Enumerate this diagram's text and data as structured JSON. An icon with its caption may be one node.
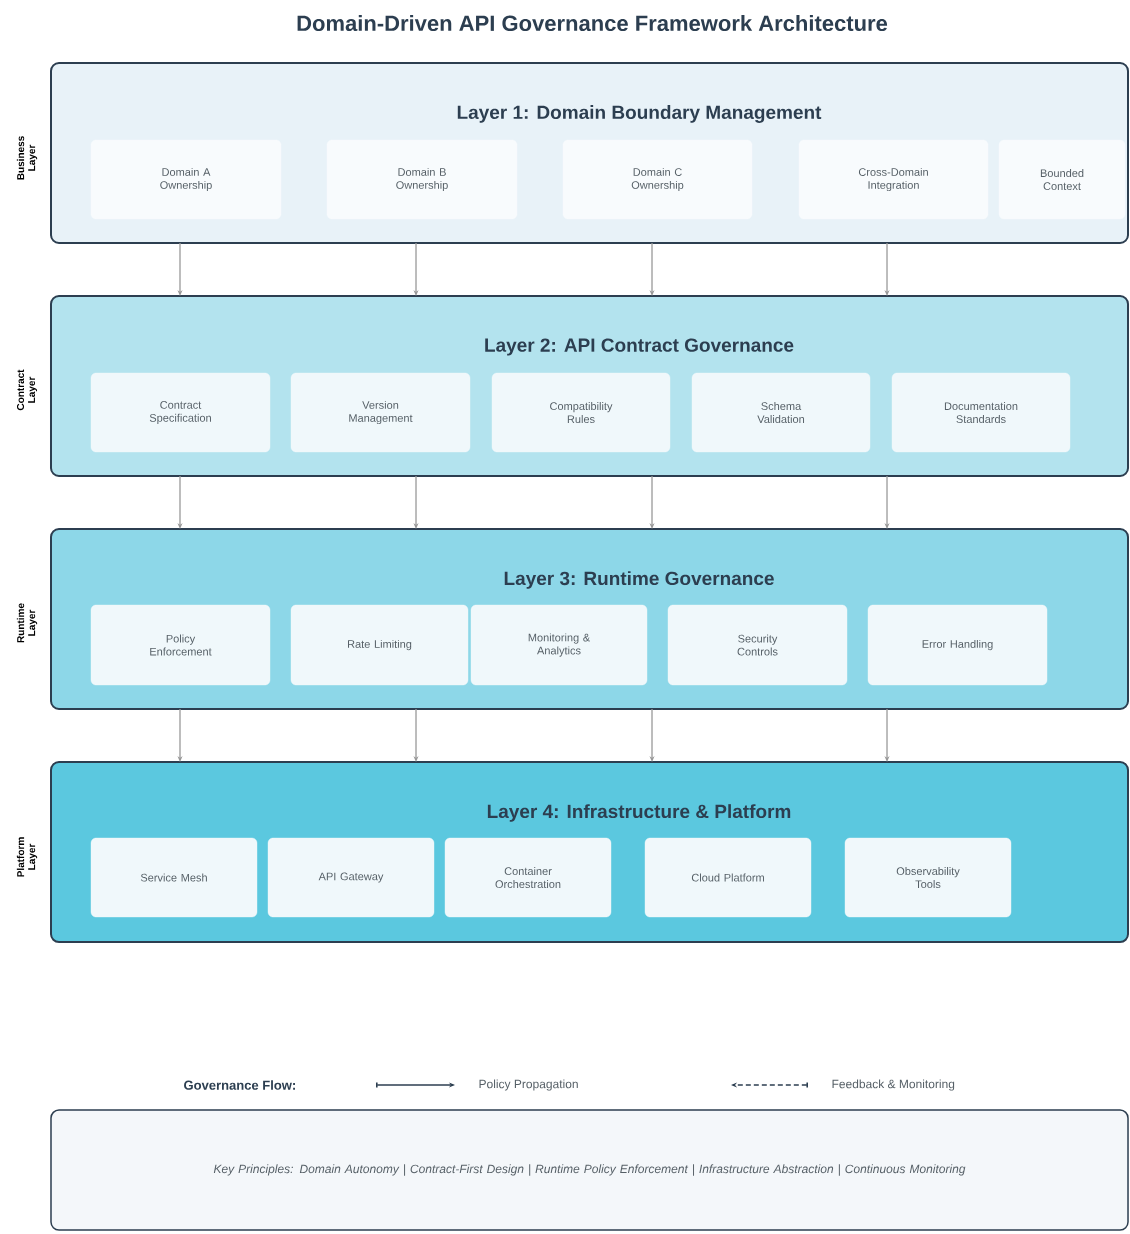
{
  "diagram": {
    "title": "Domain-Driven API Governance Framework Architecture",
    "nodes": [
      {
        "text": [
          "Layer 1: Domain Boundary Management"
        ]
      },
      {
        "text": [
          "Domain A Ownership"
        ],
        "in": 0
      },
      {
        "text": [
          "Domain B Ownership"
        ],
        "in": 0
      },
      {
        "text": [
          "Domain C Ownership"
        ],
        "in": 0
      },
      {
        "text": [
          "Cross-Domain Integration"
        ],
        "in": 0
      },
      {
        "text": [
          "Bounded Context"
        ],
        "in": 0
      },
      {
        "text": [
          "Layer 2: API Contract Governance"
        ]
      },
      {
        "text": [
          "Contract Specification"
        ],
        "in": 6
      },
      {
        "text": [
          "Version Management"
        ],
        "in": 6
      },
      {
        "text": [
          "Compatibility Rules"
        ],
        "in": 6
      },
      {
        "text": [
          "Schema Validation"
        ],
        "in": 6
      },
      {
        "text": [
          "Documentation Standards"
        ],
        "in": 6
      },
      {
        "text": [
          "Layer 3: Runtime Governance"
        ]
      },
      {
        "text": [
          "Policy Enforcement"
        ],
        "in": 12
      },
      {
        "text": [
          "Rate Limiting"
        ],
        "in": 12
      },
      {
        "text": [
          "Monitoring & Analytics"
        ],
        "in": 12
      },
      {
        "text": [
          "Security Controls"
        ],
        "in": 12
      },
      {
        "text": [
          "Error Handling"
        ],
        "in": 12
      },
      {
        "text": [
          "Layer 4: Infrastructure & Platform"
        ]
      },
      {
        "text": [
          "Service Mesh"
        ],
        "in": 18
      },
      {
        "text": [
          "API Gateway"
        ],
        "in": 18
      },
      {
        "text": [
          "Container Orchestration"
        ],
        "in": 18
      },
      {
        "text": [
          "Cloud Platform"
        ],
        "in": 18
      },
      {
        "text": [
          "Observability Tools"
        ],
        "in": 18
      },
      {
        "text": [
          "Key Principles: Domain Autonomy | Contract-First Design | Runtime Policy Enforcement | Infrastructure Abstraction | Continuous Monitoring"
        ]
      }
    ],
    "edges": [
      {
        "from": 0,
        "to": 6,
        "arrow": "to"
      },
      {
        "from": 0,
        "to": 6,
        "arrow": "to"
      },
      {
        "from": 0,
        "to": 6,
        "arrow": "to"
      },
      {
        "from": 0,
        "to": 6,
        "arrow": "to"
      },
      {
        "from": 6,
        "to": 12,
        "arrow": "to"
      },
      {
        "from": 6,
        "to": 12,
        "arrow": "to"
      },
      {
        "from": 6,
        "to": 12,
        "arrow": "to"
      },
      {
        "from": 6,
        "to": 12,
        "arrow": "to"
      },
      {
        "from": 12,
        "to": 18,
        "arrow": "to"
      },
      {
        "from": 12,
        "to": 18,
        "arrow": "to"
      },
      {
        "from": 12,
        "to": 18,
        "arrow": "to"
      },
      {
        "from": 12,
        "to": 18,
        "arrow": "to"
      }
    ],
    "labels": [
      "Business Layer",
      "Contract Layer",
      "Runtime Layer",
      "Platform Layer",
      "Governance Flow:"
    ],
    "legend": [
      {
        "text": "Policy Propagation"
      },
      {
        "text": "Feedback & Monitoring"
      }
    ]
  }
}
